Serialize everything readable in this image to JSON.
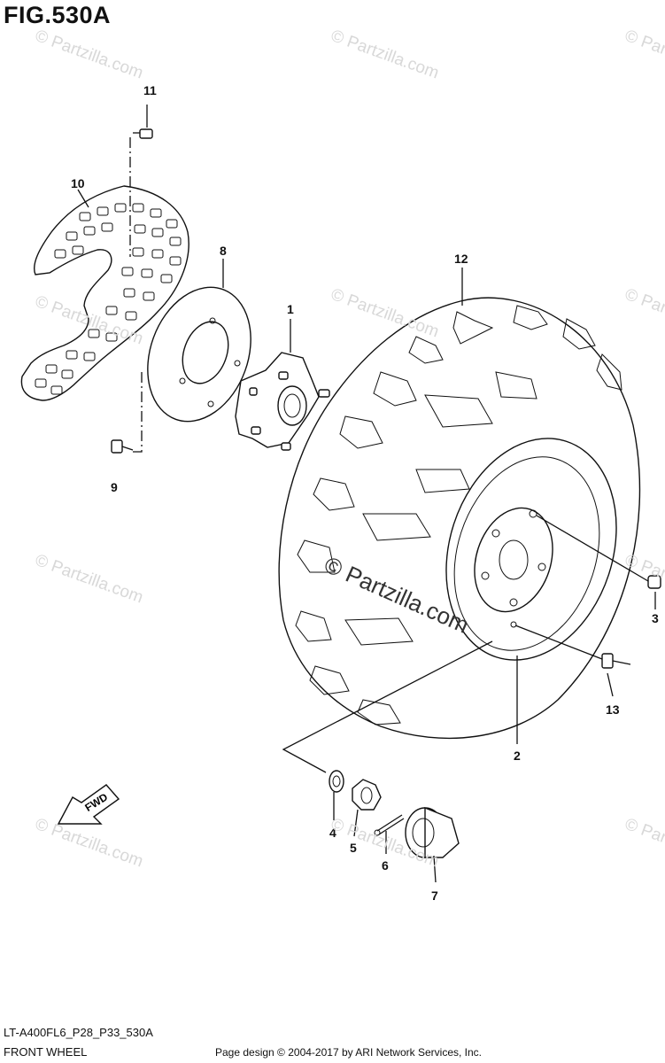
{
  "figure": {
    "title": "FIG.530A",
    "diagram_code": "LT-A400FL6_P28_P33_530A",
    "diagram_name": "FRONT WHEEL",
    "credit": "Page design © 2004-2017 by ARI Network Services, Inc.",
    "watermark": "© Partzilla.com",
    "fwd_label": "FWD"
  },
  "callouts": [
    {
      "id": "c1",
      "label": "1"
    },
    {
      "id": "c2",
      "label": "2"
    },
    {
      "id": "c3",
      "label": "3"
    },
    {
      "id": "c4",
      "label": "4"
    },
    {
      "id": "c5",
      "label": "5"
    },
    {
      "id": "c6",
      "label": "6"
    },
    {
      "id": "c7",
      "label": "7"
    },
    {
      "id": "c8",
      "label": "8"
    },
    {
      "id": "c9",
      "label": "9"
    },
    {
      "id": "c10",
      "label": "10"
    },
    {
      "id": "c11",
      "label": "11"
    },
    {
      "id": "c12",
      "label": "12"
    },
    {
      "id": "c13",
      "label": "13"
    }
  ],
  "colors": {
    "line": "#111111",
    "watermark": "#d8d8d8"
  }
}
